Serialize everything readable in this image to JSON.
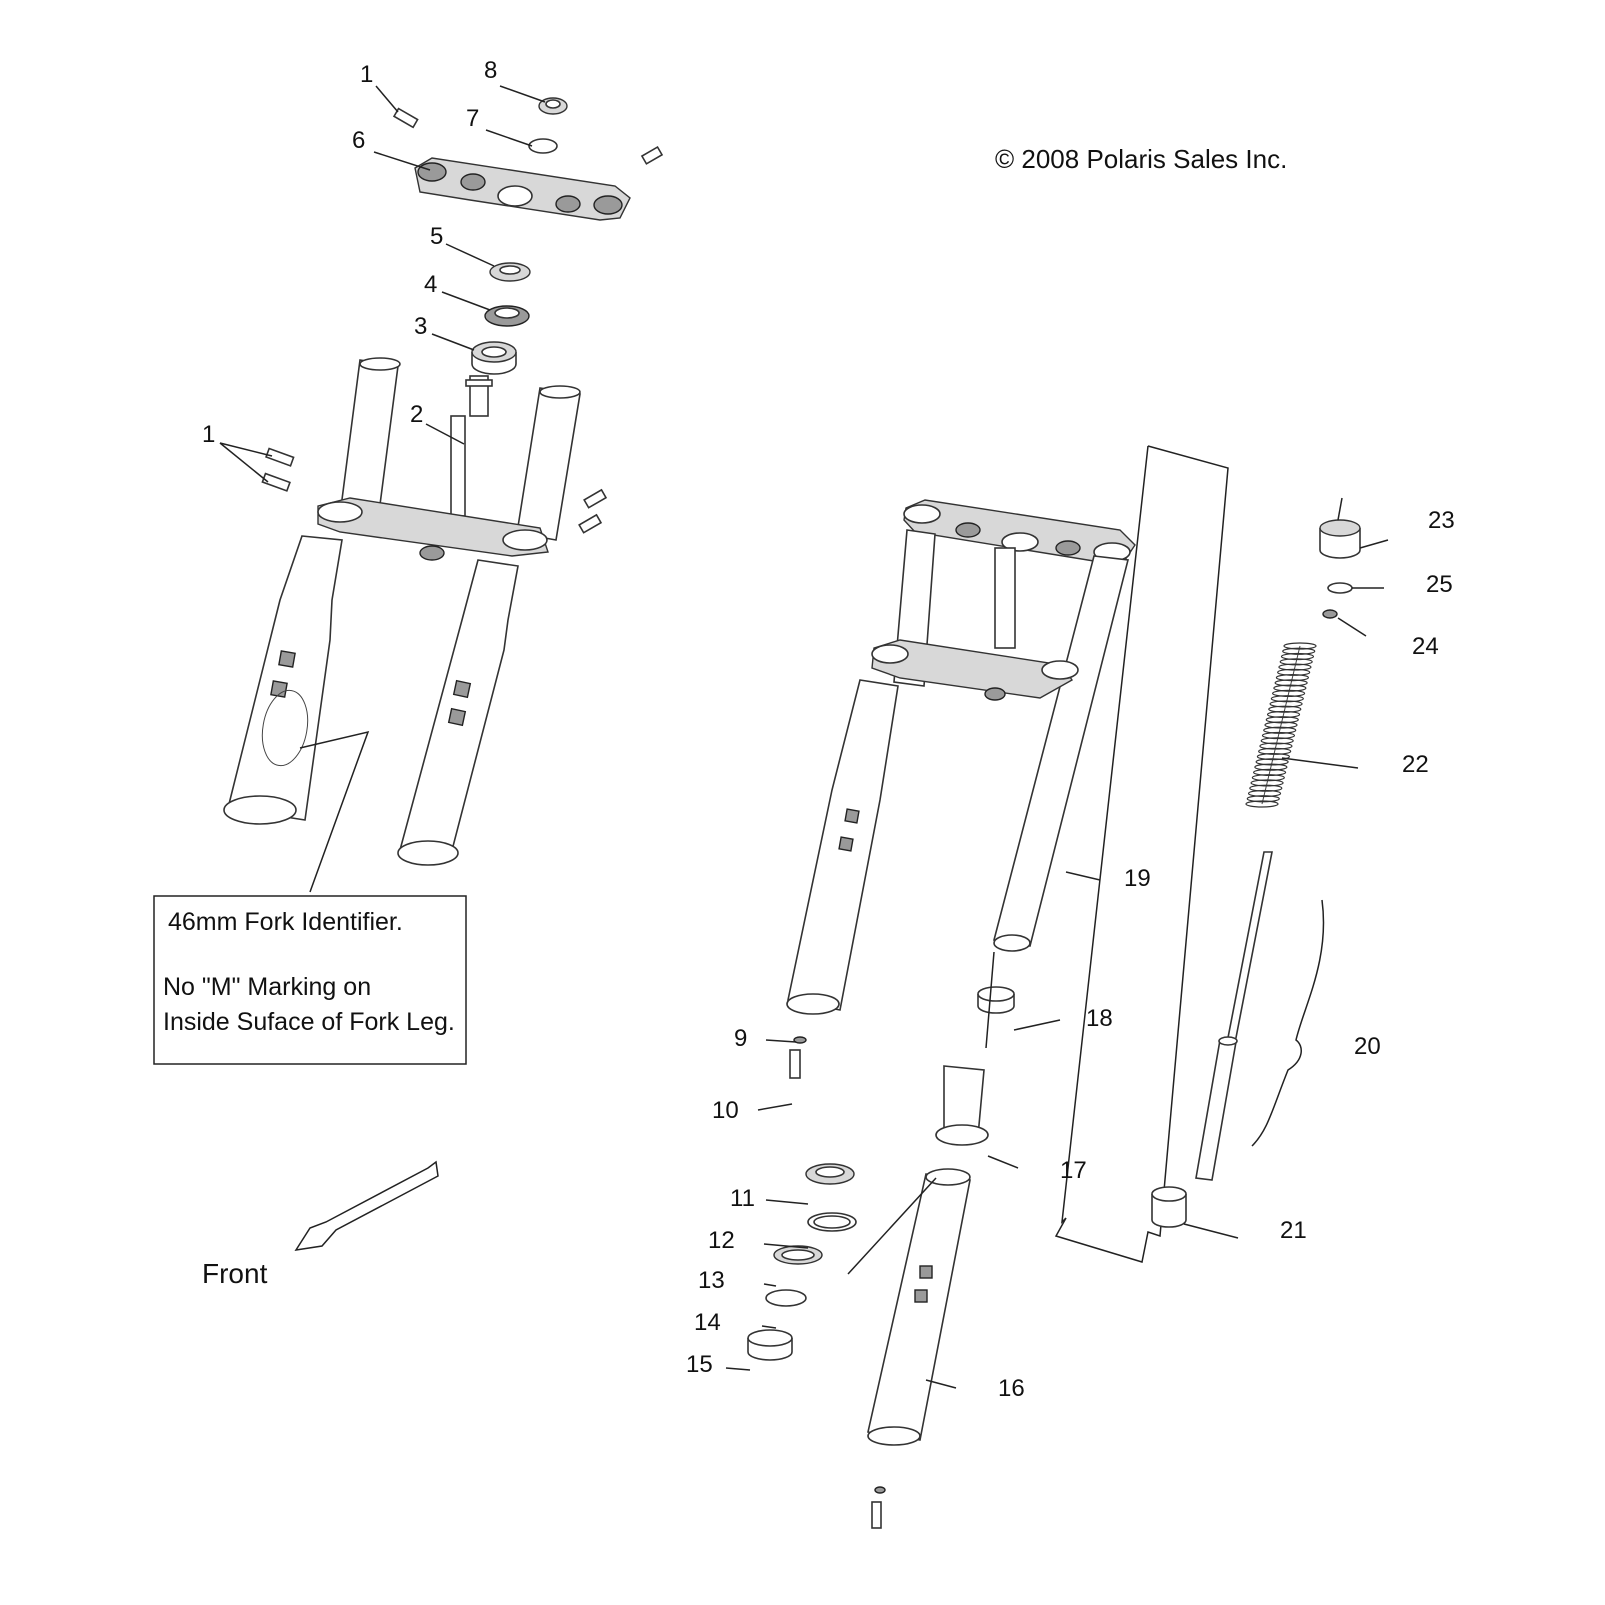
{
  "copyright": "© 2008 Polaris Sales Inc.",
  "note_box": {
    "line1": "46mm Fork Identifier.",
    "line2": "No \"M\" Marking on",
    "line3": "Inside Suface of Fork Leg."
  },
  "front_label": "Front",
  "callouts": {
    "c1a": "1",
    "c1b": "1",
    "c2": "2",
    "c3": "3",
    "c4": "4",
    "c5": "5",
    "c6": "6",
    "c7": "7",
    "c8": "8",
    "c9": "9",
    "c10": "10",
    "c11": "11",
    "c12": "12",
    "c13": "13",
    "c14": "14",
    "c15": "15",
    "c16": "16",
    "c17": "17",
    "c18": "18",
    "c19": "19",
    "c20": "20",
    "c21": "21",
    "c22": "22",
    "c23": "23",
    "c24": "24",
    "c25": "25"
  }
}
